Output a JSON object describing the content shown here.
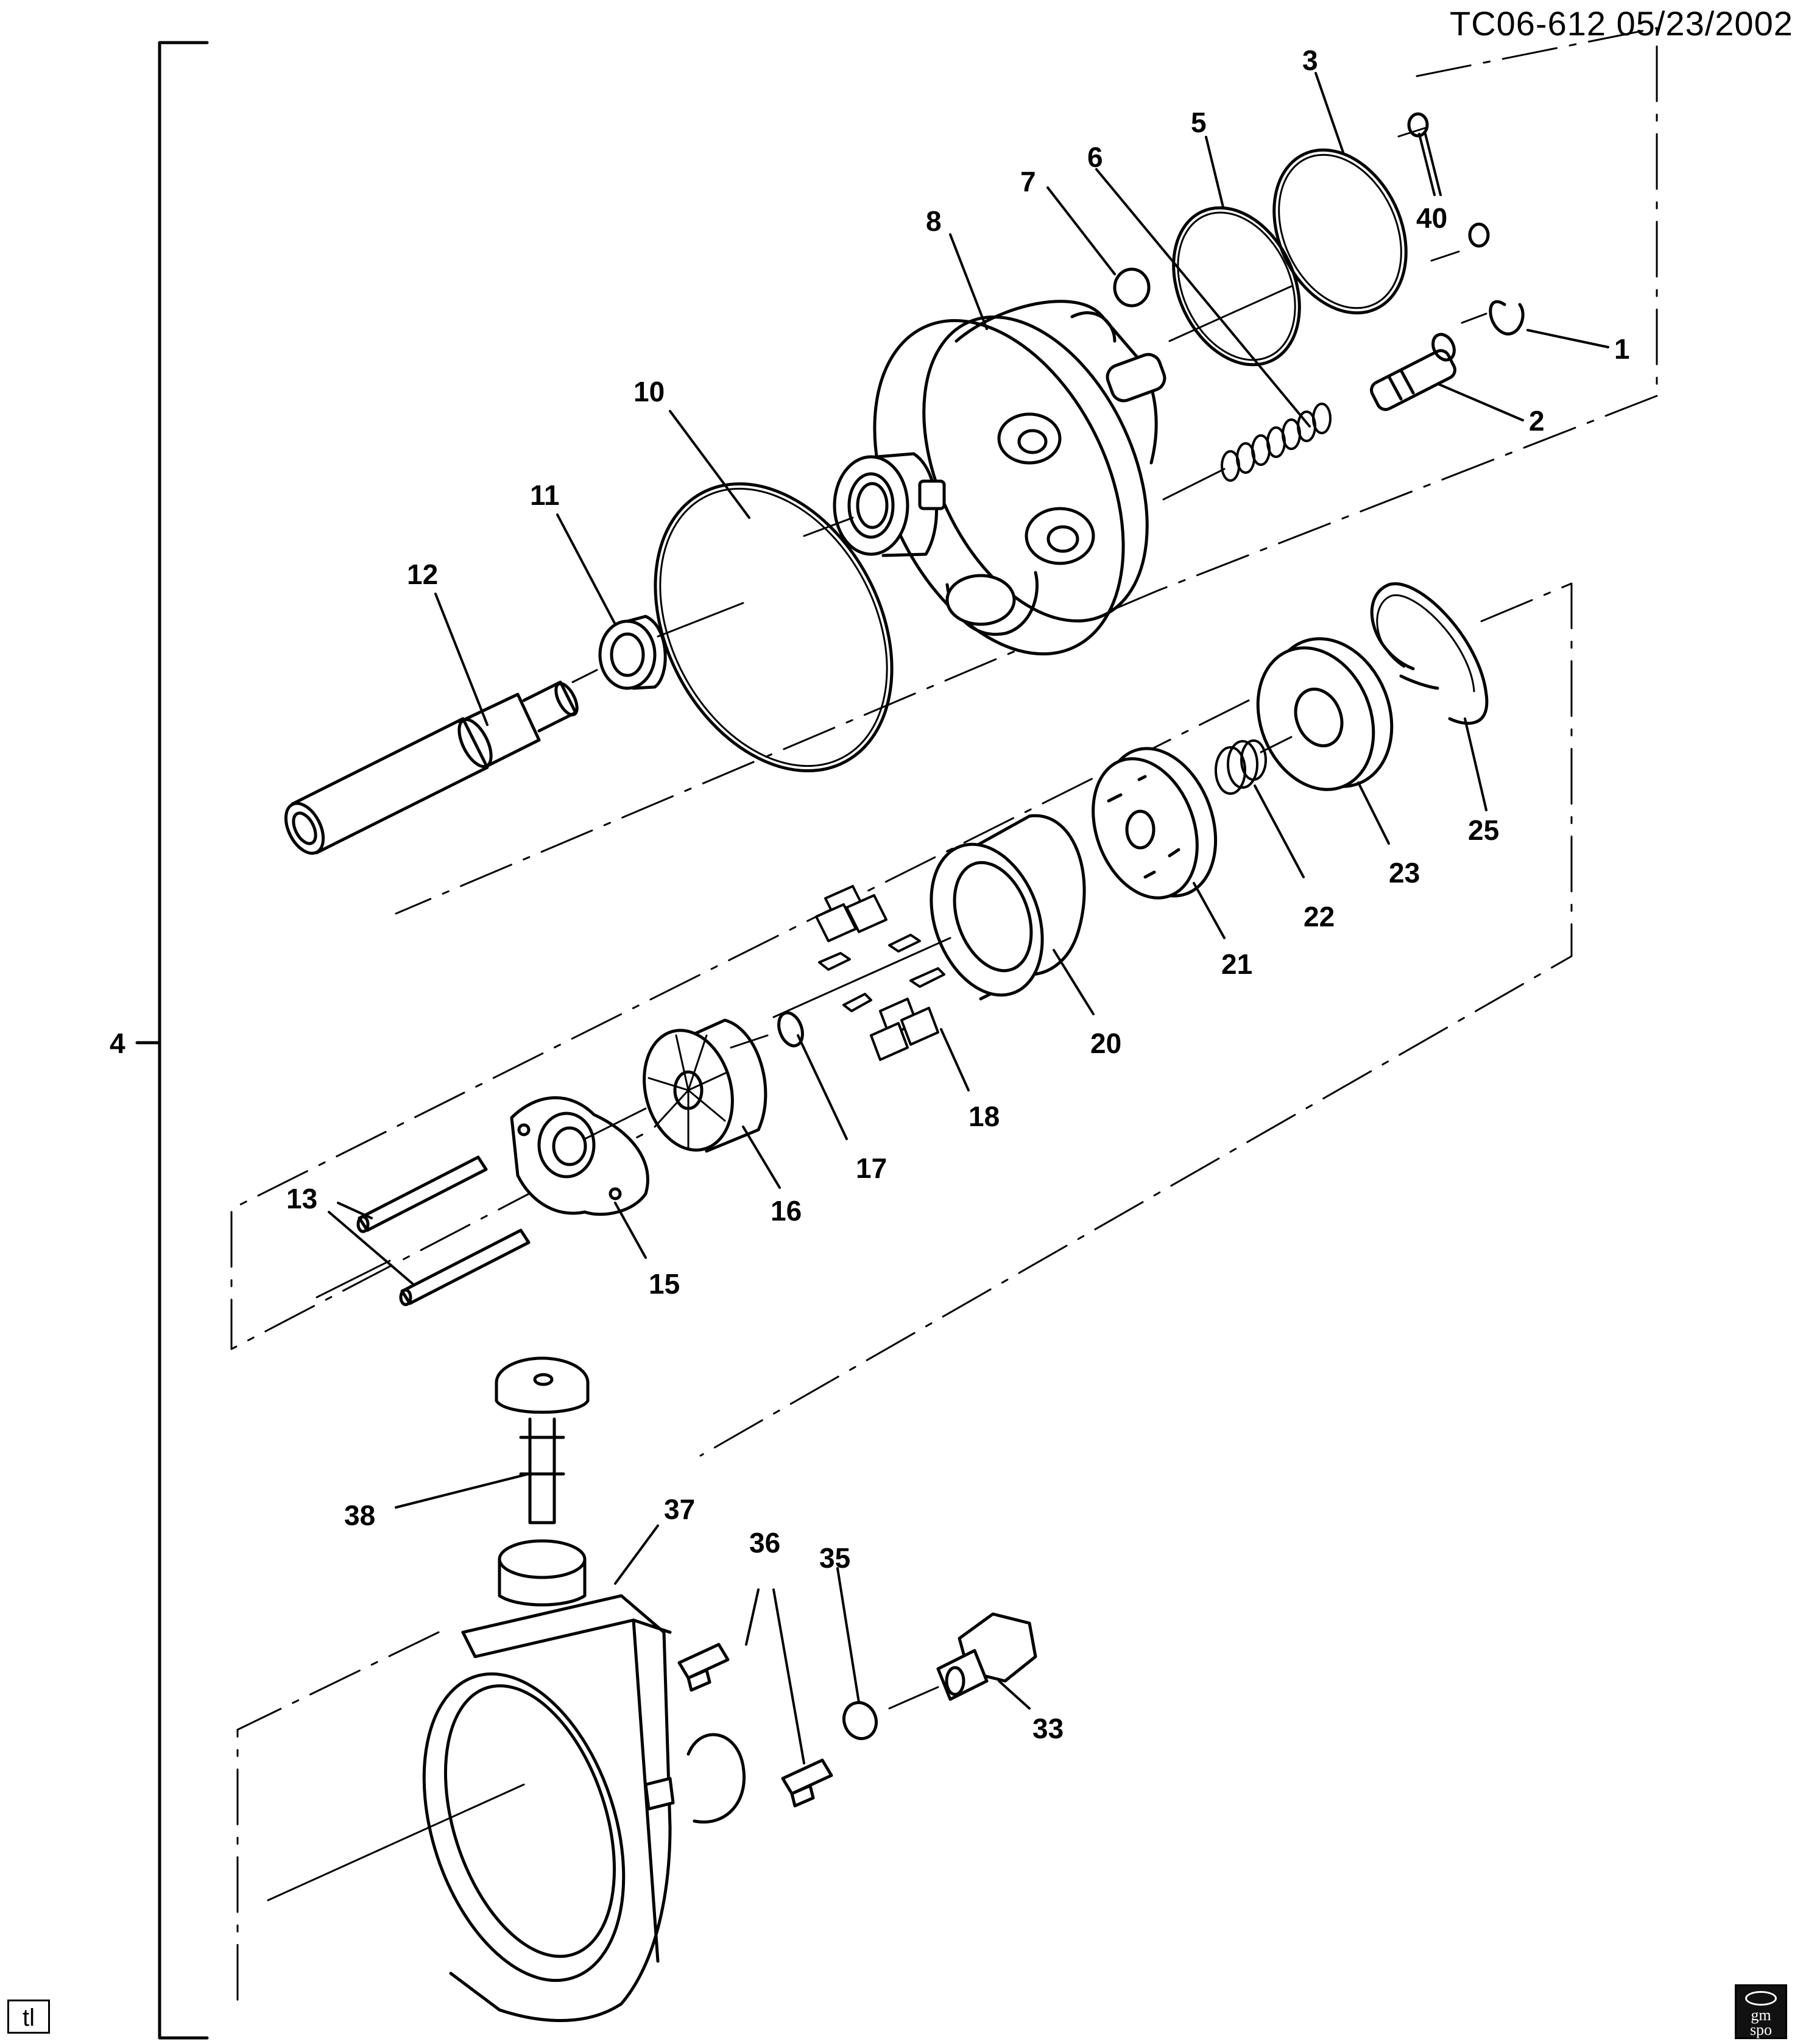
{
  "header": {
    "diagram_id": "TC06-612  05/23/2002"
  },
  "callouts": [
    {
      "key": "1",
      "label": "1"
    },
    {
      "key": "2",
      "label": "2"
    },
    {
      "key": "3",
      "label": "3"
    },
    {
      "key": "4",
      "label": "4"
    },
    {
      "key": "5",
      "label": "5"
    },
    {
      "key": "6",
      "label": "6"
    },
    {
      "key": "7",
      "label": "7"
    },
    {
      "key": "8",
      "label": "8"
    },
    {
      "key": "10",
      "label": "10"
    },
    {
      "key": "11",
      "label": "11"
    },
    {
      "key": "12",
      "label": "12"
    },
    {
      "key": "13",
      "label": "13"
    },
    {
      "key": "15",
      "label": "15"
    },
    {
      "key": "16",
      "label": "16"
    },
    {
      "key": "17",
      "label": "17"
    },
    {
      "key": "18",
      "label": "18"
    },
    {
      "key": "20",
      "label": "20"
    },
    {
      "key": "21",
      "label": "21"
    },
    {
      "key": "22",
      "label": "22"
    },
    {
      "key": "23",
      "label": "23"
    },
    {
      "key": "25",
      "label": "25"
    },
    {
      "key": "33",
      "label": "33"
    },
    {
      "key": "35",
      "label": "35"
    },
    {
      "key": "36",
      "label": "36"
    },
    {
      "key": "37",
      "label": "37"
    },
    {
      "key": "38",
      "label": "38"
    },
    {
      "key": "40",
      "label": "40"
    }
  ],
  "footer": {
    "badge": "tl",
    "logo_icon": "gm-spo-logo-icon",
    "logo_text": "gm\nspo"
  }
}
